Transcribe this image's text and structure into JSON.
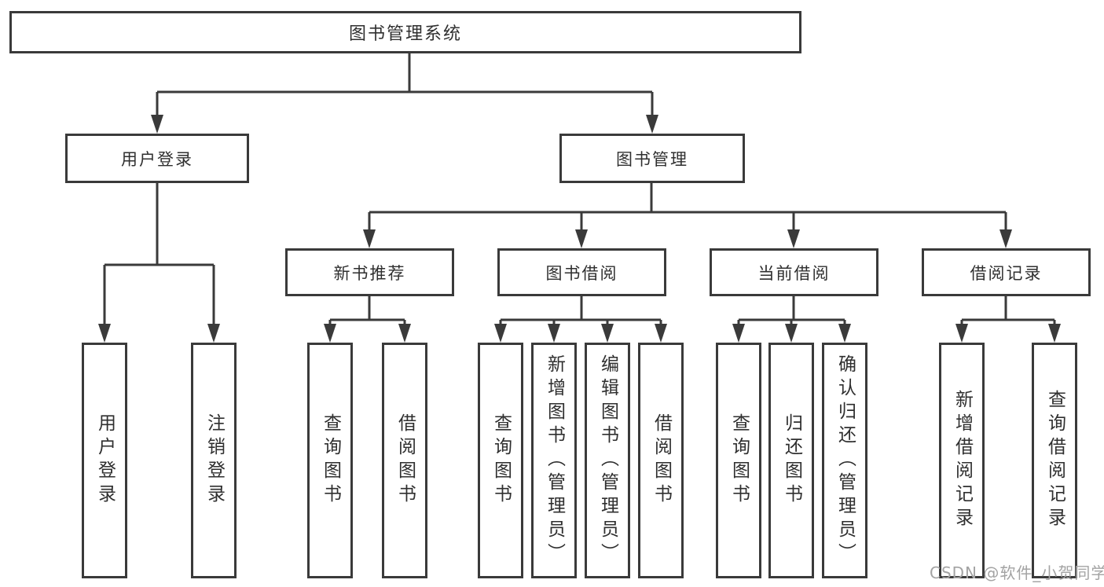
{
  "diagram_title": "图书管理系统",
  "colors": {
    "line": "#3a3a3a",
    "text": "#2f2f2f",
    "background": "#ffffff",
    "watermark_text_color": "#a3a3a3"
  },
  "tree": {
    "root": {
      "label": "图书管理系统"
    },
    "login": {
      "label": "用户登录",
      "children": [
        {
          "label": "用户登录"
        },
        {
          "label": "注销登录"
        }
      ]
    },
    "mgmt": {
      "label": "图书管理",
      "children": [
        {
          "label": "新书推荐",
          "children": [
            {
              "label": "查询图书"
            },
            {
              "label": "借阅图书"
            }
          ]
        },
        {
          "label": "图书借阅",
          "children": [
            {
              "label": "查询图书"
            },
            {
              "label": "新增图书（管理员）"
            },
            {
              "label": "编辑图书（管理员）"
            },
            {
              "label": "借阅图书"
            }
          ]
        },
        {
          "label": "当前借阅",
          "children": [
            {
              "label": "查询图书"
            },
            {
              "label": "归还图书"
            },
            {
              "label": "确认归还（管理员）"
            }
          ]
        },
        {
          "label": "借阅记录",
          "children": [
            {
              "label": "新增借阅记录"
            },
            {
              "label": "查询借阅记录"
            }
          ]
        }
      ]
    }
  },
  "watermark": {
    "text": "CSDN @软件_小贺同学"
  }
}
